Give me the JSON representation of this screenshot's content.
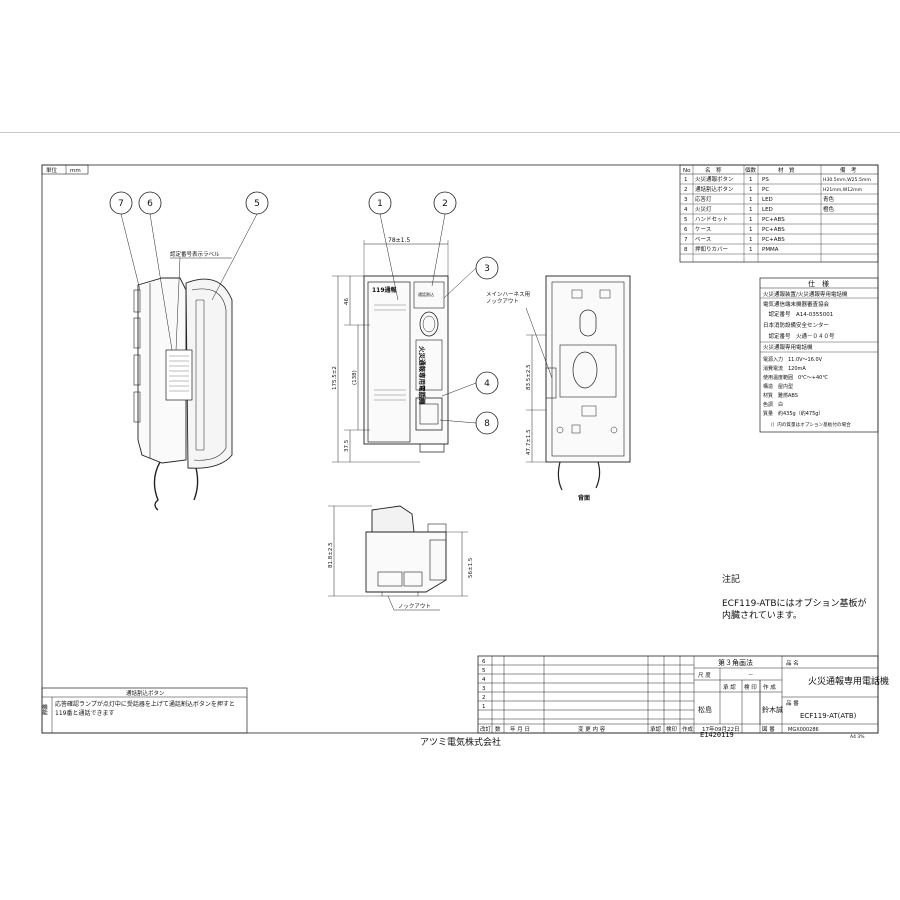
{
  "unit_box": {
    "label": "単位",
    "value": "mm"
  },
  "parts_table": {
    "headers": [
      "No",
      "名　称",
      "個数",
      "材　質",
      "備　考"
    ],
    "rows": [
      {
        "no": "1",
        "name": "火災通報ボタン",
        "qty": "1",
        "material": "PS",
        "remarks": "H30.5mm,W25.5mm"
      },
      {
        "no": "2",
        "name": "通話割込ボタン",
        "qty": "1",
        "material": "PC",
        "remarks": "H21mm,W12mm"
      },
      {
        "no": "3",
        "name": "応答灯",
        "qty": "1",
        "material": "LED",
        "remarks": "青色"
      },
      {
        "no": "4",
        "name": "火災灯",
        "qty": "1",
        "material": "LED",
        "remarks": "橙色"
      },
      {
        "no": "5",
        "name": "ハンドセット",
        "qty": "1",
        "material": "PC+ABS",
        "remarks": ""
      },
      {
        "no": "6",
        "name": "ケース",
        "qty": "1",
        "material": "PC+ABS",
        "remarks": ""
      },
      {
        "no": "7",
        "name": "ベース",
        "qty": "1",
        "material": "PC+ABS",
        "remarks": ""
      },
      {
        "no": "8",
        "name": "押釦りカバー",
        "qty": "1",
        "material": "PMMA",
        "remarks": ""
      }
    ]
  },
  "spec": {
    "title": "仕　様",
    "lines": [
      "火災通報装置/火災通報専用電話機",
      "電気通信端末機器審査協会",
      "　認定番号　A14-0355001",
      "日本消防設備安全センター",
      "　認定番号　火通－０４０号",
      "火災通報専用電話機",
      "電源入力　11.0V～16.0V",
      "消費電流　120mA",
      "使用温度範囲　0℃～+40℃",
      "構造　屋内型",
      "材質　難燃ABS",
      "色調　白",
      "質量　約435g（約475g）",
      "（）内の質量はオプション基板付の場合"
    ]
  },
  "callouts": [
    "1",
    "2",
    "3",
    "4",
    "5",
    "6",
    "7",
    "8"
  ],
  "labels": {
    "cert_label": "認定番号表示ラベル",
    "harness_knockout": "メインハーネス用\nノックアウト",
    "knockout": "ノックアウト",
    "back_view": "背面",
    "front_title": "119通報",
    "device_name": "火災通報専用電話機",
    "fire_lamp": "火災",
    "dedicated_lamp": "通話割込"
  },
  "dimensions": {
    "width_top": "78±1.5",
    "d46": "46",
    "d138": "(138)",
    "height": "175.5±2",
    "d37_5": "37.5",
    "back_83_5": "83.5±2.5",
    "back_47_7": "47.7±1.5",
    "depth_81_8": "81.8±2.5",
    "depth_56": "56±1.5"
  },
  "note": {
    "title": "注記",
    "text": "ECF119-ATBにはオプション基板が\n内臓されています。"
  },
  "function_box": {
    "header": "通話割込ボタン",
    "side": "機能",
    "text": "応答確認ランプが点灯中に受話器を上げて通話割込ボタンを押すと119番と通話できます"
  },
  "title_block": {
    "angle": "第３角画法",
    "scale_label": "尺 度",
    "scale_value": "－",
    "approve": "承 認",
    "inspect": "検 印",
    "draw": "作 成",
    "approver": "松島",
    "drafter": "鈴木誠",
    "product_name_label": "品 名",
    "product_name": "火災通報専用電話機",
    "product_no_label": "品 番",
    "product_no": "ECF119-AT(ATB)",
    "date": "17年09月22日",
    "drawing_label": "図 番",
    "drawing_no": "MGX000286",
    "sheet_size": "A4 3%",
    "rev_headers": [
      "改訂",
      "数",
      "年 月 日",
      "変 更 内 容",
      "承認",
      "検印",
      "作成"
    ],
    "rev_letters": [
      "6",
      "5",
      "4",
      "3",
      "2",
      "1"
    ]
  },
  "company": "アツミ電気株式会社",
  "drawing_code": "E1420119"
}
